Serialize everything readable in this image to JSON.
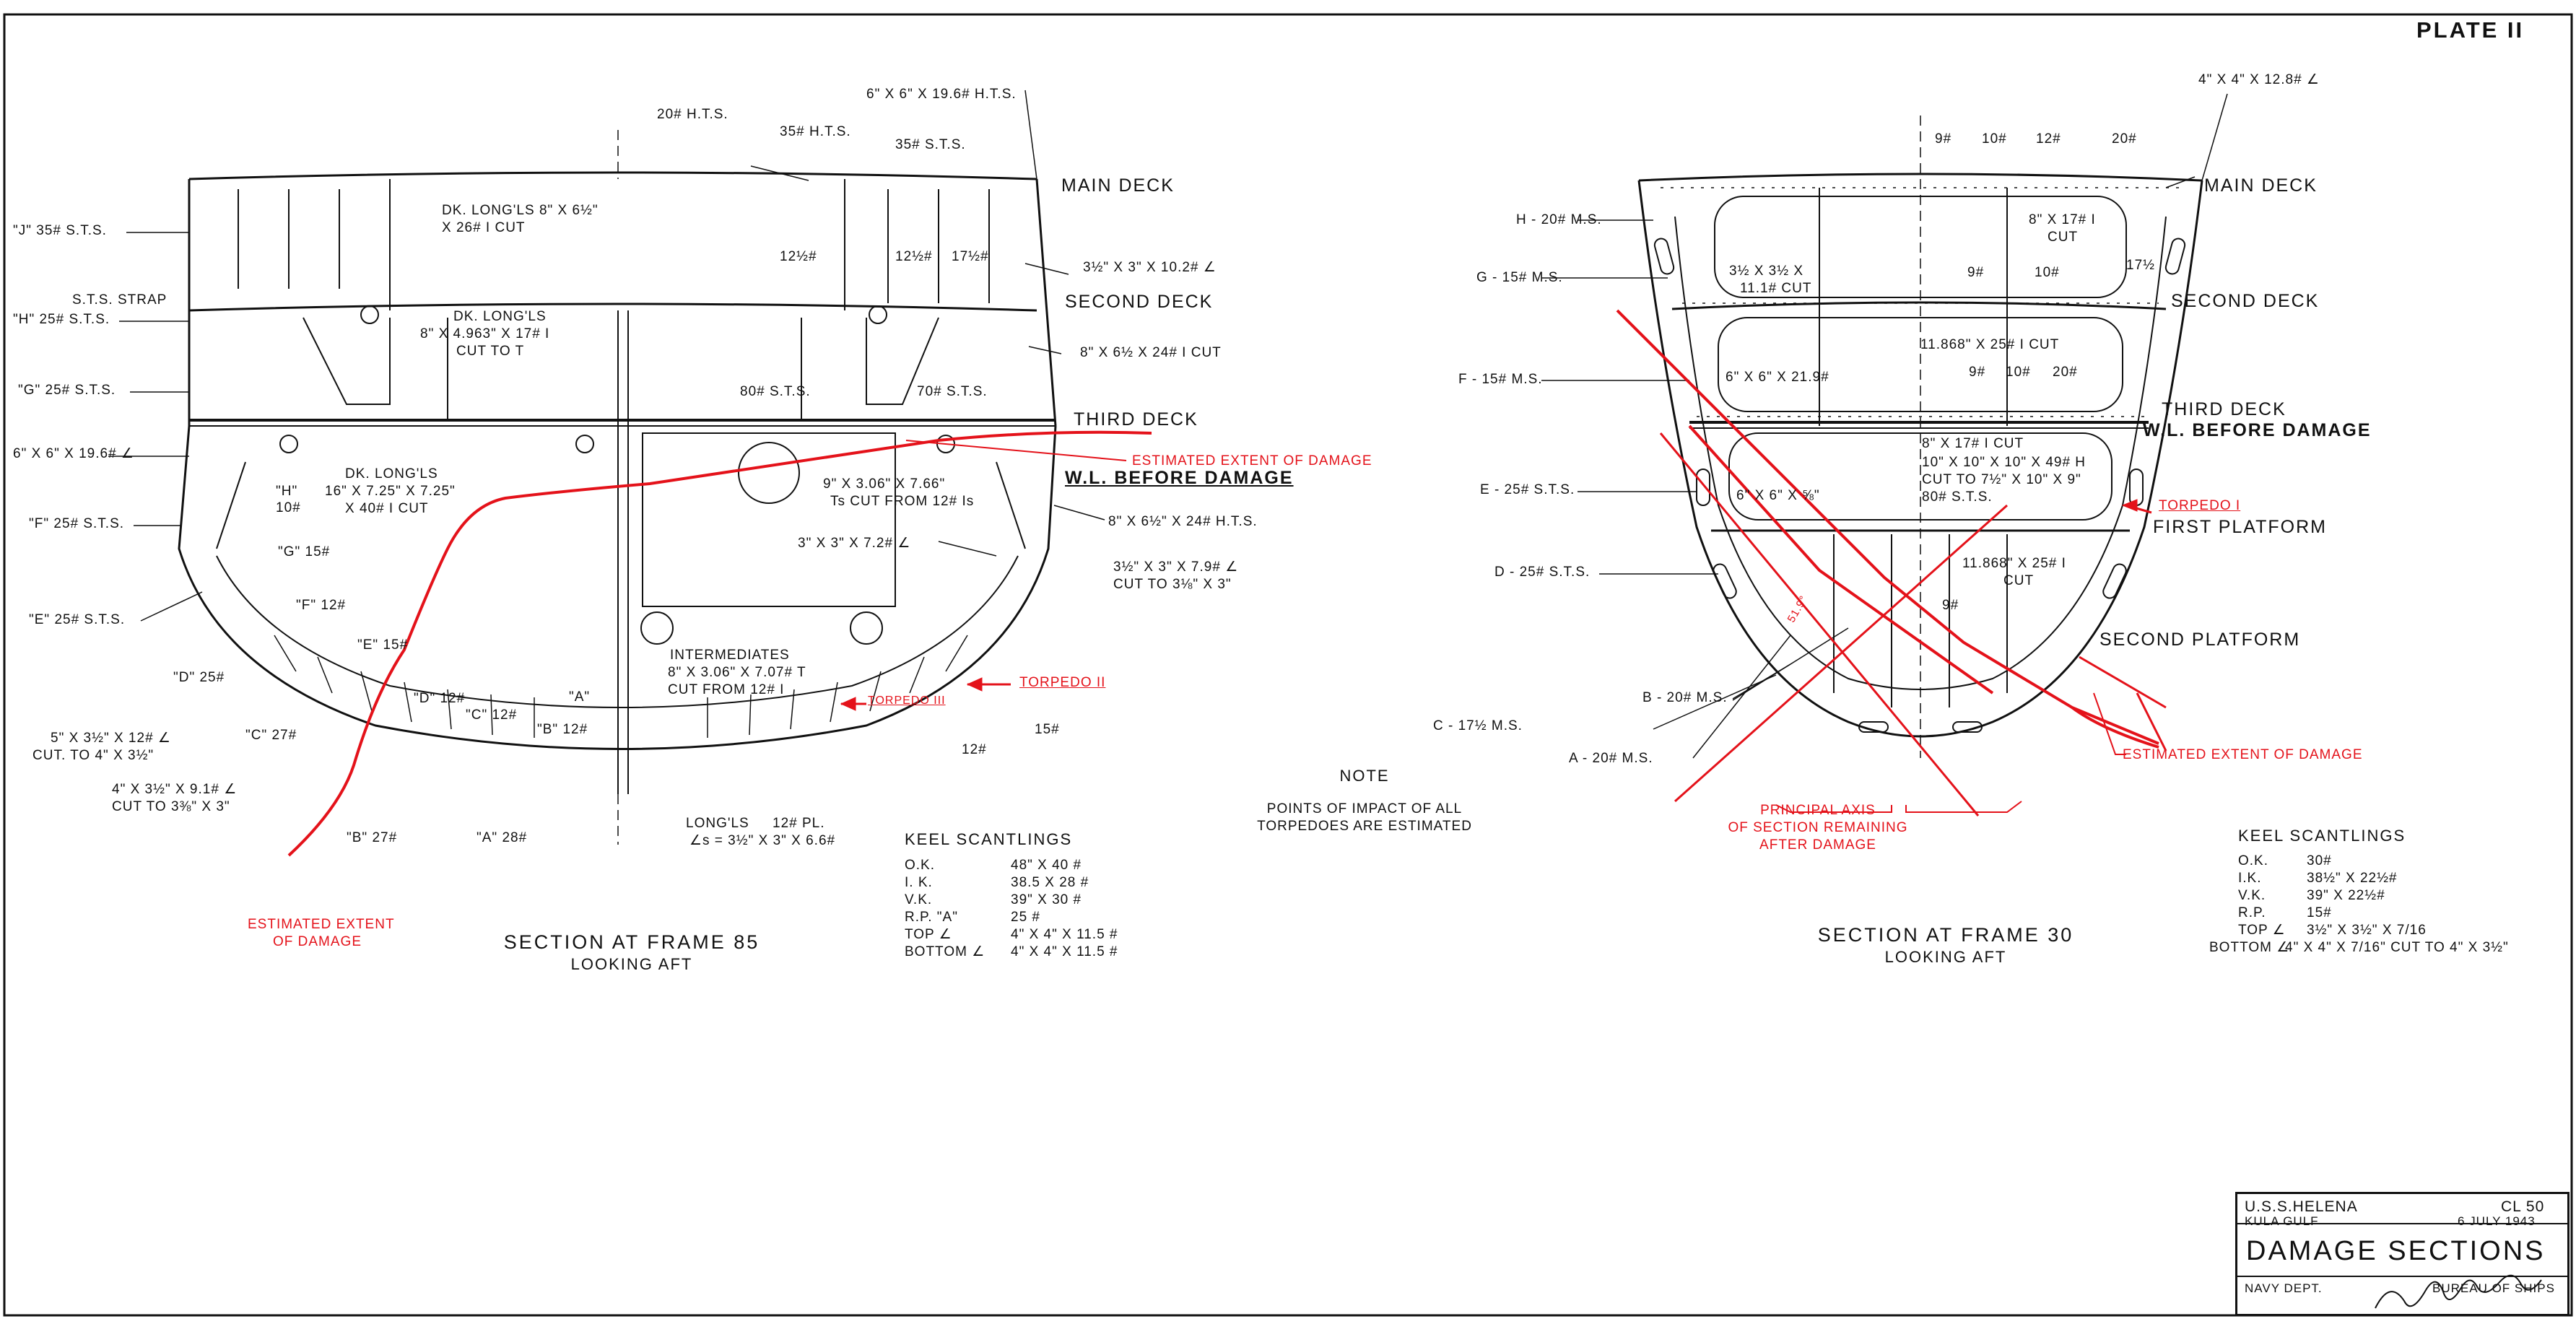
{
  "plate": "PLATE II",
  "frame85": {
    "title": "SECTION AT FRAME 85",
    "subtitle": "LOOKING AFT",
    "labels": {
      "main_deck": "MAIN DECK",
      "second_deck": "SECOND DECK",
      "third_deck": "THIRD DECK",
      "wl_before": "W.L. BEFORE DAMAGE",
      "top_20hts": "20# H.T.S.",
      "top_35hts": "35# H.T.S.",
      "top_35sts": "35# S.T.S.",
      "top_6x6": "6\" X 6\" X 19.6# H.T.S.",
      "j35": "\"J\" 35# S.T.S.",
      "h25": "\"H\" 25# S.T.S.",
      "sts_strap": "S.T.S. STRAP",
      "g25": "\"G\" 25# S.T.S.",
      "angle_6x6": "6\" X 6\" X 19.6# ∠",
      "f25": "\"F\" 25# S.T.S.",
      "e25": "\"E\" 25# S.T.S.",
      "d25": "\"D\" 25#",
      "angle_5x3": "5\" X 3½\" X 12# ∠",
      "cut_4x3": "CUT. TO 4\" X 3½\"",
      "angle_4x3": "4\" X 3½\" X 9.1# ∠",
      "cut_4x3b": "CUT TO 3⅜\" X 3\"",
      "c27": "\"C\" 27#",
      "b27": "\"B\" 27#",
      "a28": "\"A\" 28#",
      "h10": "\"H\"",
      "h10b": "10#",
      "g15": "\"G\" 15#",
      "f12": "\"F\" 12#",
      "e15": "\"E\" 15#",
      "d12": "\"D\" 12#",
      "c12": "\"C\" 12#",
      "b12": "\"B\" 12#",
      "a_quote": "\"A\"",
      "dk_longls_1": "DK. LONG'LS 8\" X 6½\"",
      "dk_longls_1b": "X 26# I CUT",
      "dk_longls_2": "DK. LONG'LS",
      "dk_longls_2b": "8\" X 4.963\" X 17# I",
      "dk_longls_2c": "CUT TO T",
      "dk_longls_3": "DK. LONG'LS",
      "dk_longls_3b": "16\" X 7.25\" X 7.25\"",
      "dk_longls_3c": "X 40# I CUT",
      "twelve_half_a": "12½#",
      "twelve_half_b": "12½#",
      "seventeen_half": "17½#",
      "angle_3half": "3½\" X 3\" X 10.2# ∠",
      "i_8x6": "8\" X 6½ X 24# I CUT",
      "sts80": "80# S.T.S.",
      "sts70": "70# S.T.S.",
      "nine_x": "9\" X 3.06\" X 7.66\"",
      "nine_xb": "Ts CUT FROM 12# Is",
      "hts_8x6": "8\" X 6½\" X 24# H.T.S.",
      "angle_3x3": "3\" X 3\" X 7.2# ∠",
      "angle_3h": "3½\" X 3\" X 7.9# ∠",
      "angle_3hb": "CUT TO 3⅛\" X 3\"",
      "intermediates": "INTERMEDIATES",
      "intermediates_b": "8\" X 3.06\" X 7.07# T",
      "intermediates_c": "CUT FROM 12# I",
      "torpedo2": "TORPEDO II",
      "torpedo3": "TORPEDO III",
      "twelve": "12#",
      "fifteen": "15#",
      "longls": "LONG'LS",
      "longls_b": "∠s = 3½\" X 3\" X 6.6#",
      "twelve_pl": "12# PL.",
      "est_damage_top": "ESTIMATED EXTENT OF DAMAGE",
      "est_damage_left": "ESTIMATED EXTENT",
      "est_damage_left_b": "OF DAMAGE"
    },
    "keel": {
      "title": "KEEL SCANTLINGS",
      "rows": [
        {
          "k": "O.K.",
          "v": "48\" X 40 #"
        },
        {
          "k": "I. K.",
          "v": "38.5 X 28 #"
        },
        {
          "k": "V.K.",
          "v": "39\" X 30 #"
        },
        {
          "k": "R.P. \"A\"",
          "v": "25 #"
        },
        {
          "k": "TOP ∠",
          "v": "4\" X 4\" X 11.5 #"
        },
        {
          "k": "BOTTOM ∠",
          "v": "4\" X 4\" X 11.5 #"
        }
      ]
    }
  },
  "frame30": {
    "title": "SECTION AT FRAME 30",
    "subtitle": "LOOKING AFT",
    "labels": {
      "main_deck": "MAIN DECK",
      "second_deck": "SECOND DECK",
      "third_deck": "THIRD DECK",
      "wl_before": "W.L. BEFORE DAMAGE",
      "first_platform": "FIRST PLATFORM",
      "second_platform": "SECOND PLATFORM",
      "top_4x4": "4\" X 4\" X 12.8# ∠",
      "t9a": "9#",
      "t10a": "10#",
      "t12": "12#",
      "t20a": "20#",
      "h20": "H - 20# M.S.",
      "g15": "G - 15# M.S.",
      "f15": "F - 15# M.S.",
      "e25": "E - 25# S.T.S.",
      "d25": "D - 25# S.T.S.",
      "c17": "C - 17½ M.S.",
      "b20": "B - 20# M.S.",
      "a20": "A - 20# M.S.",
      "angle_3h": "3½ X 3½ X",
      "angle_3hb": "11.1# CUT",
      "i_8x17": "8\" X 17# I",
      "i_8x17b": "CUT",
      "s17h": "17½",
      "t9b": "9#",
      "t10b": "10#",
      "cut_11868": "11.868\" X 25# I CUT",
      "t9c": "9#",
      "t10c": "10#",
      "t20b": "20#",
      "six_x_6": "6\" X 6\" X 21.9#",
      "i_8x17c": "8\" X 17# I CUT",
      "h_10x10": "10\" X 10\" X 10\" X 49# H",
      "h_10x10b": "CUT TO 7½\" X 10\" X 9\"",
      "sts80": "80# S.T.S.",
      "six_6_58": "6\" X 6\" X ⅝\"",
      "cut_11868b": "11.868\" X 25# I",
      "cut_11868c": "CUT",
      "t9d": "9#",
      "angle_51": "51.9°",
      "torpedo1": "TORPEDO I",
      "principal_axis": "PRINCIPAL AXIS",
      "principal_axis_b": "OF SECTION REMAINING",
      "principal_axis_c": "AFTER DAMAGE",
      "est_damage": "ESTIMATED EXTENT OF DAMAGE"
    },
    "keel": {
      "title": "KEEL SCANTLINGS",
      "rows": [
        {
          "k": "O.K.",
          "v": "30#"
        },
        {
          "k": "I.K.",
          "v": "38½\" X 22½#"
        },
        {
          "k": "V.K.",
          "v": "39\" X 22½#"
        },
        {
          "k": "R.P.",
          "v": "15#"
        },
        {
          "k": "TOP ∠",
          "v": "3½\" X 3½\" X 7/16"
        },
        {
          "k": "BOTTOM ∠",
          "v": "4\" X 4\" X 7/16\" CUT TO 4\" X 3½\""
        }
      ]
    }
  },
  "note": {
    "title": "NOTE",
    "line1": "POINTS OF IMPACT OF ALL",
    "line2": "TORPEDOES ARE ESTIMATED"
  },
  "title_block": {
    "ship": "U.S.S.HELENA",
    "hull": "CL 50",
    "location": "KULA GULF",
    "date": "6 JULY 1943",
    "heading": "DAMAGE SECTIONS",
    "dept": "NAVY DEPT.",
    "bureau": "BUREAU OF SHIPS"
  },
  "colors": {
    "ink": "#111111",
    "damage": "#e4121a",
    "paper": "#ffffff"
  }
}
